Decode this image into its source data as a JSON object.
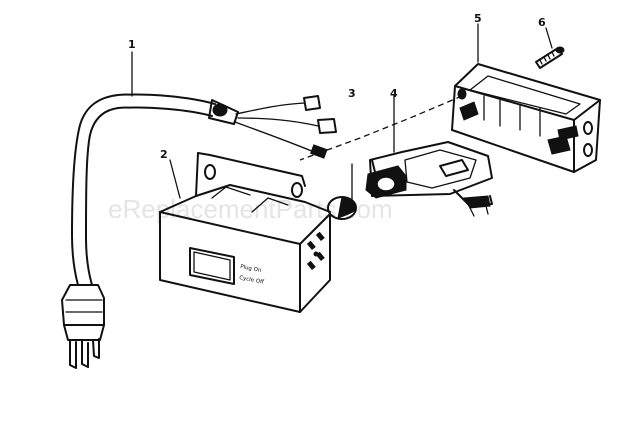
{
  "callouts": {
    "c1": "1",
    "c2": "2",
    "c3": "3",
    "c4": "4",
    "c5": "5",
    "c6": "6"
  },
  "switch_box": {
    "line1": "Plug On",
    "line2": "Cycle Off"
  },
  "watermark": "eReplacementParts.com"
}
